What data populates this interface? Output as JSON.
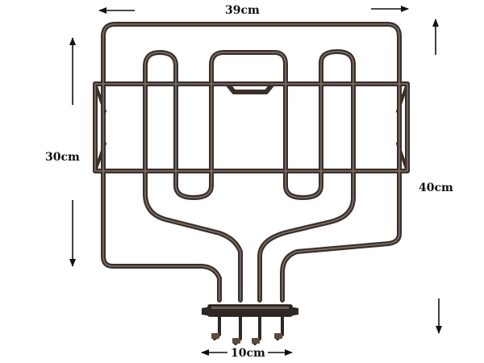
{
  "image": {
    "subject": "oven grill heating element",
    "colors": {
      "background": "#ffffff",
      "element_stroke": "#3a302b",
      "element_highlight": "#8c7d72",
      "arrow": "#111111"
    }
  },
  "dimensions": {
    "top_width": "39cm",
    "left_height": "30cm",
    "right_height": "40cm",
    "terminal_width": "10cm"
  }
}
